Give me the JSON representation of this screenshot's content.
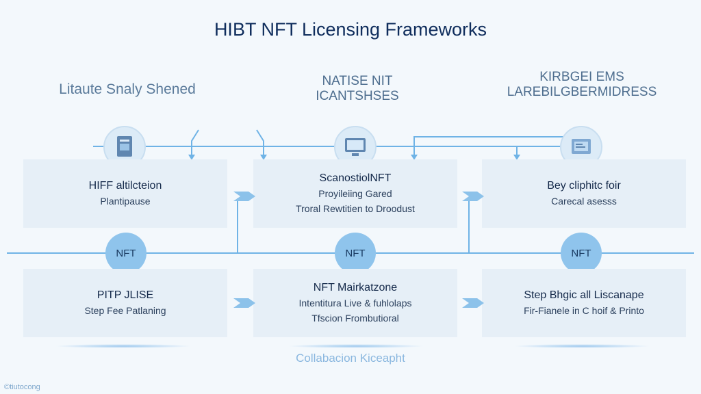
{
  "title": "HIBT NFT Licensing Frameworks",
  "columns": [
    {
      "heading": [
        "Litaute Snaly Shened"
      ]
    },
    {
      "heading": [
        "NATISE NIT",
        "ICANTSHSES"
      ]
    },
    {
      "heading": [
        "KIRBGEI EMS",
        "LAREBILGBERMIDRESS"
      ]
    }
  ],
  "top_cards": [
    {
      "line1": "HIFF altilcteion",
      "line2": "Plantipause",
      "line3": ""
    },
    {
      "line1": "ScanostiolNFT",
      "line2": "Proyileiing Gared",
      "line3": "Troral Rewtitien to Droodust"
    },
    {
      "line1": "Bey cliphitc foir",
      "line2": "Carecal asesss",
      "line3": ""
    }
  ],
  "nft_nodes": [
    "NFT",
    "NFT",
    "NFT"
  ],
  "bottom_cards": [
    {
      "line1": "PITP JLISE",
      "line2": "Step Fee Patlaning",
      "line3": ""
    },
    {
      "line1": "NFT Mairkatzone",
      "line2": "Intentitura Live & fuhlolaps",
      "line3": "Tfscion Frombutioral"
    },
    {
      "line1": "Step Bhgic all Liscanape",
      "line2": "Fir-Fianele in C hoif & Printo",
      "line3": ""
    }
  ],
  "footer": "Collabacion Kiceapht",
  "corner": "©tiutocong",
  "colors": {
    "line": "#6fb3e6",
    "node": "#8fc4ec",
    "card": "#e6eff7",
    "title": "#0f2d5c"
  },
  "icons": [
    "document-icon",
    "monitor-icon",
    "tablet-icon"
  ]
}
